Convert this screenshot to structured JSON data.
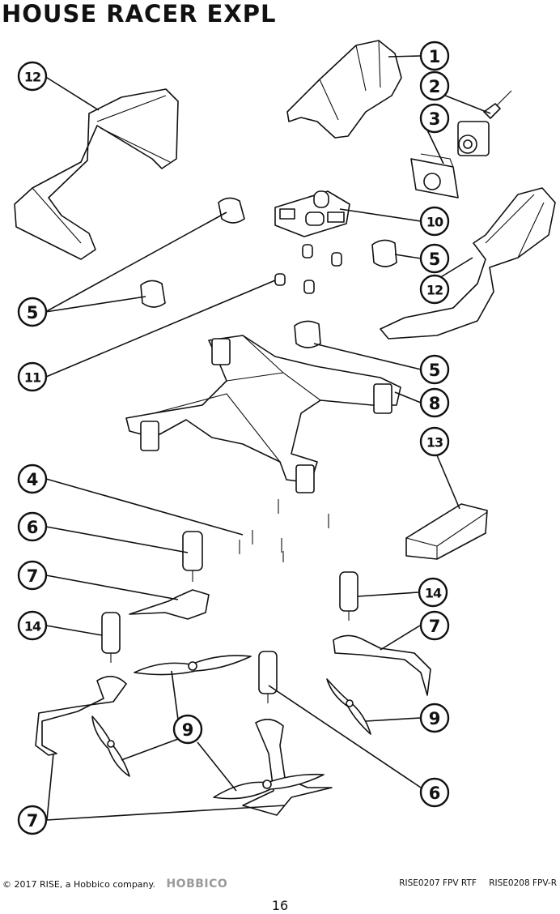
{
  "page": {
    "title": "HOUSE RACER EXPL",
    "copyright": "© 2017 RISE, a Hobbico company.",
    "brand_logo": "HOBBICO",
    "model_codes": [
      "RISE0207 FPV RTF",
      "RISE0208 FPV-R"
    ],
    "page_number": "16"
  },
  "callouts": [
    "1",
    "2",
    "3",
    "10",
    "12",
    "5",
    "12",
    "5",
    "11",
    "5",
    "8",
    "13",
    "4",
    "6",
    "7",
    "14",
    "14",
    "7",
    "9",
    "9",
    "6",
    "7"
  ]
}
